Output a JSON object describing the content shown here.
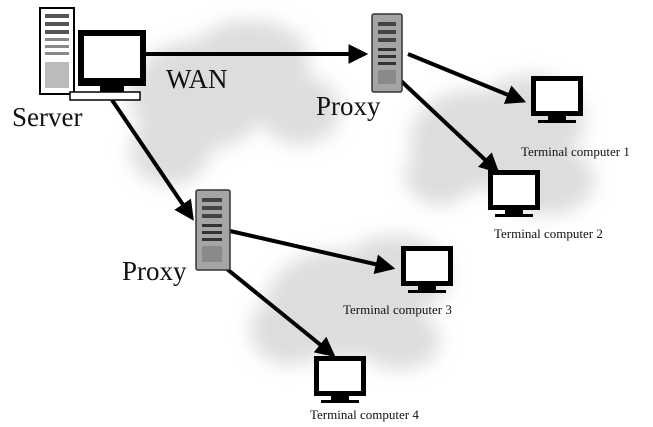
{
  "labels": {
    "server": "Server",
    "wan": "WAN",
    "proxy_top": "Proxy",
    "proxy_bottom": "Proxy",
    "terminal_1": "Terminal computer 1",
    "terminal_2": "Terminal computer 2",
    "terminal_3": "Terminal computer 3",
    "terminal_4": "Terminal computer 4"
  },
  "icons": {
    "server": "server-workstation-icon",
    "proxy": "server-tower-icon",
    "terminal": "monitor-icon",
    "network": "cloud-icon"
  },
  "colors": {
    "line": "#000000",
    "cloud": "#d9d9d9",
    "tower": "#a9a9a9",
    "monitor_frame": "#000000",
    "screen": "#ffffff"
  }
}
